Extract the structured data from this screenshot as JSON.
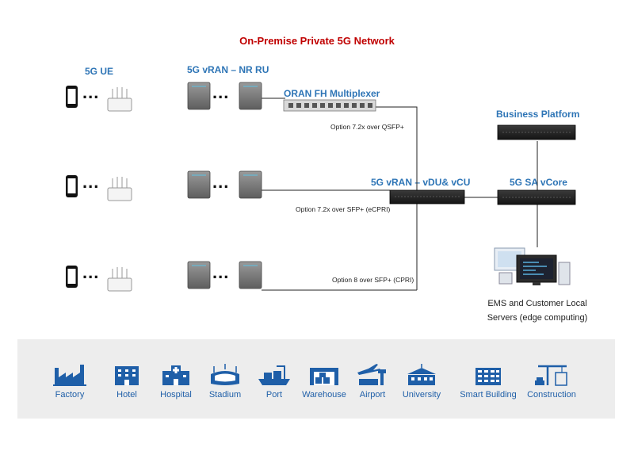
{
  "title": "On-Premise Private 5G Network",
  "labels": {
    "ue": "5G UE",
    "ru": "5G vRAN – NR RU",
    "fh_mux": "ORAN FH Multiplexer",
    "business": "Business Platform",
    "du_cu": "5G vRAN – vDU& vCU",
    "core": "5G SA vCore",
    "ems_line1": "EMS and Customer Local",
    "ems_line2": "Servers (edge computing)"
  },
  "links": {
    "qsfp": "Option 7.2x over QSFP+",
    "ecpri": "Option 7.2x over SFP+ (eCPRI)",
    "cpri": "Option 8 over SFP+ (CPRI)"
  },
  "dots": "...",
  "categories": [
    {
      "label": "Factory",
      "icon": "factory-icon"
    },
    {
      "label": "Hotel",
      "icon": "hotel-icon"
    },
    {
      "label": "Hospital",
      "icon": "hospital-icon"
    },
    {
      "label": "Stadium",
      "icon": "stadium-icon"
    },
    {
      "label": "Port",
      "icon": "port-icon"
    },
    {
      "label": "Warehouse",
      "icon": "warehouse-icon"
    },
    {
      "label": "Airport",
      "icon": "airport-icon"
    },
    {
      "label": "University",
      "icon": "university-icon"
    },
    {
      "label": "Smart Building",
      "icon": "smart-building-icon"
    },
    {
      "label": "Construction",
      "icon": "construction-icon"
    }
  ],
  "colors": {
    "title": "#c00000",
    "header": "#2e75b6",
    "icon": "#1f5fa8",
    "banner": "#ededed"
  }
}
